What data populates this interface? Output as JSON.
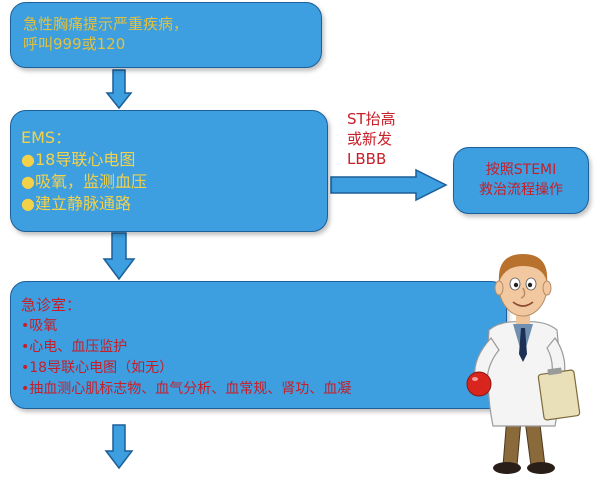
{
  "box1": {
    "lines": [
      "急性胸痛提示严重疾病，",
      "呼叫999或120"
    ]
  },
  "box2": {
    "heading": "EMS：",
    "bullet": "●",
    "items": [
      "18导联心电图",
      "吸氧，监测血压",
      "建立静脉通路"
    ]
  },
  "condition_label": {
    "lines": [
      "ST抬高",
      "或新发",
      "LBBB"
    ]
  },
  "box4": {
    "lines": [
      "按照STEMI",
      "救治流程操作"
    ]
  },
  "box3": {
    "heading": "急诊室：",
    "bullet": "•",
    "items": [
      "吸氧",
      "心电、血压监护",
      "18导联心电图（如无）",
      "抽血测心肌标志物、血气分析、血常规、肾功、血凝"
    ]
  },
  "colors": {
    "box_fill": "#3d9ee0",
    "box_border": "#1c5f99",
    "yellow_text": "#f3d24a",
    "red_text": "#c81e28",
    "arrow": "#3d9ee0"
  }
}
